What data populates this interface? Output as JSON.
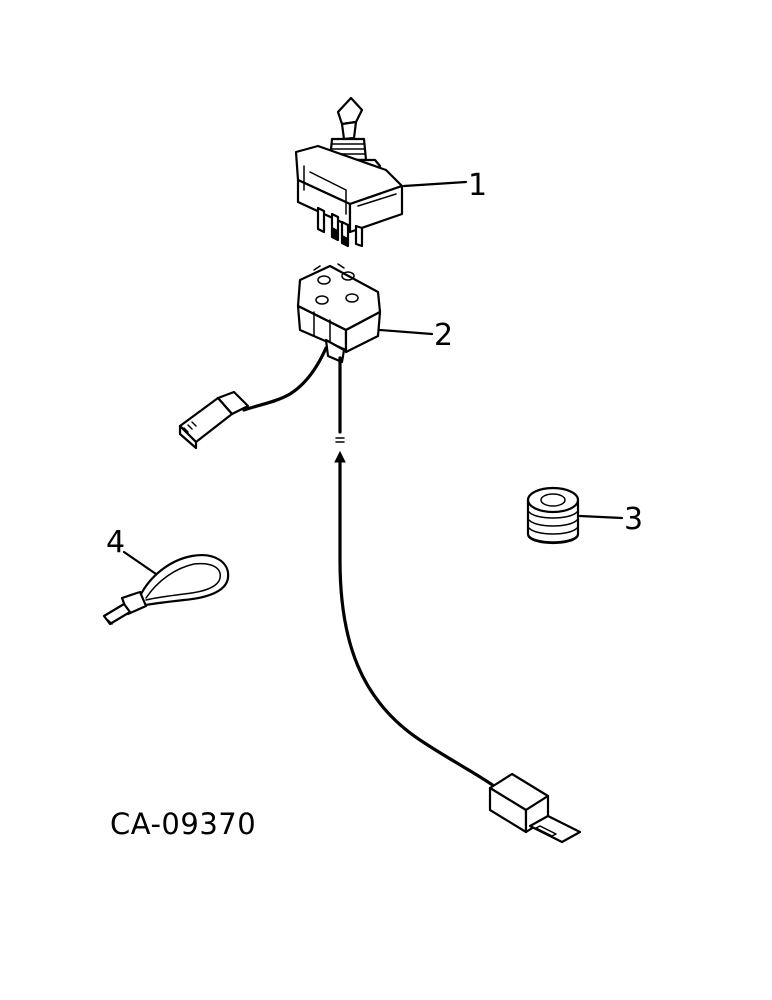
{
  "callouts": {
    "part1": "1",
    "part2": "2",
    "part3": "3",
    "part4": "4"
  },
  "drawing_id": "CA-09370",
  "colors": {
    "line": "#000000",
    "background": "#ffffff"
  }
}
